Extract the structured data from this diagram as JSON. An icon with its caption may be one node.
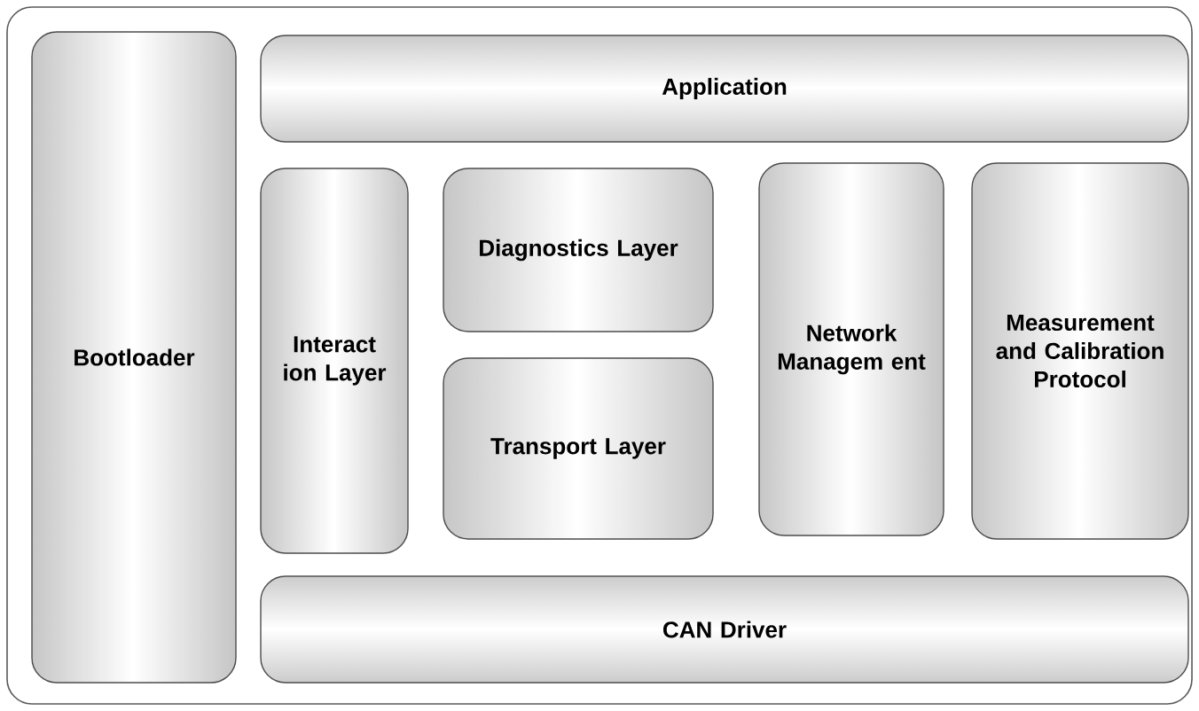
{
  "diagram": {
    "nodes": [
      {
        "text": [
          "Application"
        ]
      },
      {
        "text": [
          "Bootloader"
        ]
      },
      {
        "text": [
          "Interact ion Layer"
        ]
      },
      {
        "text": [
          "Diagnostics Layer"
        ]
      },
      {
        "text": [
          "Transport Layer"
        ]
      },
      {
        "text": [
          "Network Managem ent"
        ]
      },
      {
        "text": [
          "Measurement and Calibration Protocol"
        ]
      },
      {
        "text": [
          "CAN Driver"
        ]
      }
    ]
  }
}
